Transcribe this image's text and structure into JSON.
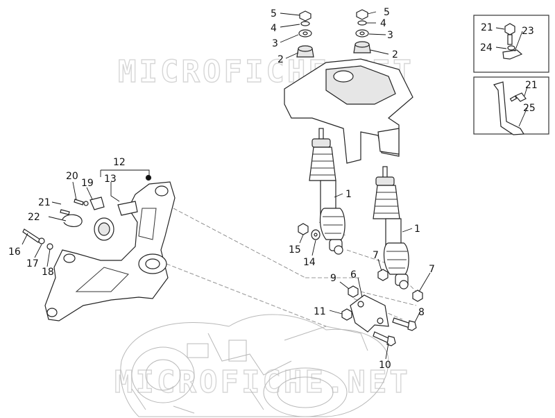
{
  "watermark": "MICROFICHE.NET",
  "callouts": {
    "c1a": "1",
    "c1b": "1",
    "c2a": "2",
    "c2b": "2",
    "c3a": "3",
    "c3b": "3",
    "c4a": "4",
    "c4b": "4",
    "c5a": "5",
    "c5b": "5",
    "c6": "6",
    "c7a": "7",
    "c7b": "7",
    "c8": "8",
    "c9": "9",
    "c10": "10",
    "c11": "11",
    "c12": "12",
    "c13": "13",
    "c14": "14",
    "c15": "15",
    "c16": "16",
    "c17": "17",
    "c18": "18",
    "c19": "19",
    "c20": "20",
    "c21a": "21",
    "c21b": "21",
    "c21c": "21",
    "c22": "22",
    "c23": "23",
    "c24": "24",
    "c25": "25"
  }
}
